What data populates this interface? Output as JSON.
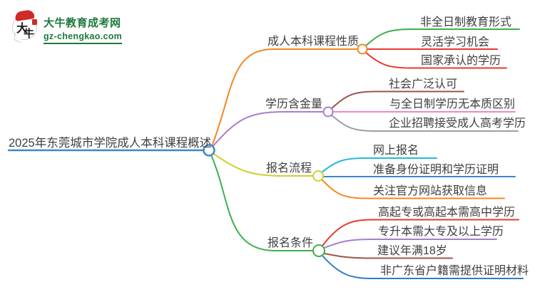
{
  "logo": {
    "site_name": "大牛教育成考网",
    "site_url": "gz-chengkao.com",
    "icon_char_1": "大",
    "icon_char_2": "牛",
    "brand_green": "#1d7a3a",
    "brand_red": "#ce2a28"
  },
  "mindmap": {
    "root": {
      "label": "2025年东莞城市学院成人本科课程概述",
      "color": "#3c87c9"
    },
    "branches": [
      {
        "label": "成人本科课程性质",
        "color": "#f5871e",
        "children": [
          {
            "label": "非全日制教育形式",
            "color": "#3faf4b"
          },
          {
            "label": "灵活学习机会",
            "color": "#e8392e"
          },
          {
            "label": "国家承认的学历",
            "color": "#e8392e"
          }
        ]
      },
      {
        "label": "学历含金量",
        "color": "#a87cd1",
        "children": [
          {
            "label": "社会广泛认可",
            "color": "#9c5548"
          },
          {
            "label": "与全日制学历无本质区别",
            "color": "#f584c5"
          },
          {
            "label": "企业招聘接受成人高考学历",
            "color": "#9aa0a5"
          }
        ]
      },
      {
        "label": "报名流程",
        "color": "#ccd12f",
        "children": [
          {
            "label": "网上报名",
            "color": "#27b8d8"
          },
          {
            "label": "准备身份证明和学历证明",
            "color": "#3e86c8"
          },
          {
            "label": "关注官方网站获取信息",
            "color": "#f5871e"
          }
        ]
      },
      {
        "label": "报名条件",
        "color": "#3faf4b",
        "children": [
          {
            "label": "高起专或高起本需高中学历",
            "color": "#e8392e"
          },
          {
            "label": "专升本需大专及以上学历",
            "color": "#a87cd1"
          },
          {
            "label": "建议年满18岁",
            "color": "#9c5548"
          },
          {
            "label": "非广东省户籍需提供证明材料",
            "color": "#2e7dc8"
          }
        ]
      }
    ]
  }
}
